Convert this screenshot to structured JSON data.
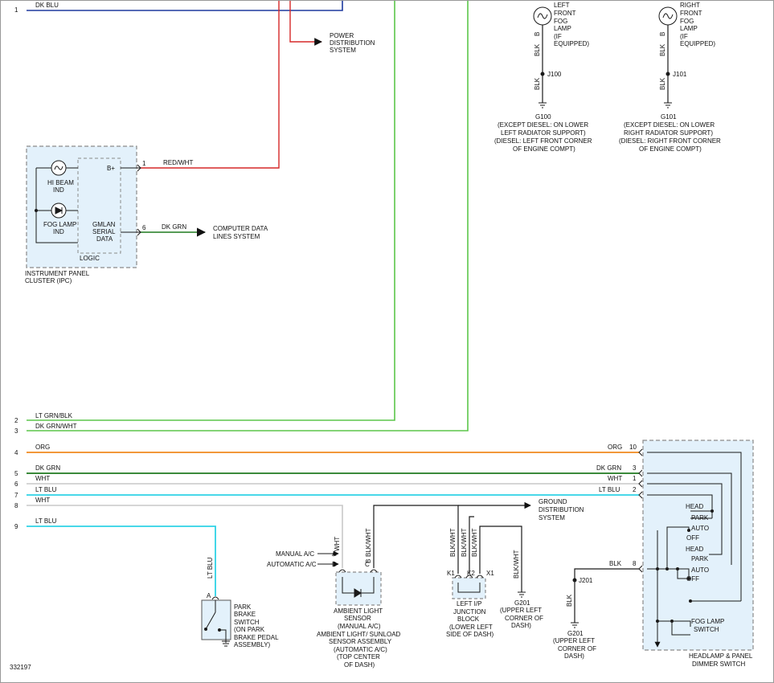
{
  "diagram_id": "332197",
  "wire_colors": {
    "red": "#d62828",
    "green": "#5cc64a",
    "dark_green": "#1f7a1f",
    "orange": "#f08a1e",
    "blue": "#1e3a9e",
    "light_blue": "#2ed3e6",
    "white": "#c8c8c8",
    "black": "#1a1a1a",
    "component_fill": "#e3f1fb",
    "component_stroke": "#8a8a8a"
  },
  "terminals": [
    "1",
    "2",
    "3",
    "4",
    "5",
    "6",
    "7",
    "8",
    "9"
  ],
  "wires": {
    "top_dk_blu": "DK BLU",
    "red_wht": "RED/WHT",
    "dk_grn_cluster": "DK GRN",
    "lt_grn_blk": "LT GRN/BLK",
    "dk_grn_wht": "DK GRN/WHT",
    "org": "ORG",
    "dk_grn": "DK GRN",
    "wht5": "WHT",
    "lt_blu6": "LT BLU",
    "wht7": "WHT",
    "lt_blu9": "LT BLU",
    "blk8": "BLK",
    "lt_blu_park": "LT BLU",
    "wht_sensor": "WHT",
    "blk_wht_sensor": "BLK/WHT",
    "blk_wht_j1": "BLK/WHT",
    "blk_wht_j2": "BLK/WHT",
    "blk_wht_j3": "BLK/WHT",
    "blk_wht_g201": "BLK/WHT",
    "blk_g201": "BLK",
    "blk_fog_l1": "BLK",
    "blk_fog_l2": "BLK",
    "blk_fog_r1": "BLK",
    "blk_fog_r2": "BLK"
  },
  "systems": {
    "power": [
      "POWER",
      "DISTRIBUTION",
      "SYSTEM"
    ],
    "computer": [
      "COMPUTER DATA",
      "LINES SYSTEM"
    ],
    "ground": [
      "GROUND",
      "DISTRIBUTION",
      "SYSTEM"
    ]
  },
  "ipc": {
    "pin1": "1",
    "pin6": "6",
    "bplus": "B+",
    "hi_beam": [
      "HI BEAM",
      "IND"
    ],
    "fog_lamp": [
      "FOG LAMP",
      "IND"
    ],
    "gmlan": [
      "GMLAN",
      "SERIAL",
      "DATA"
    ],
    "logic": "LOGIC",
    "name": [
      "INSTRUMENT PANEL",
      "CLUSTER (IPC)"
    ]
  },
  "left_fog_lamp": {
    "name": [
      "LEFT",
      "FRONT",
      "FOG",
      "LAMP",
      "(IF",
      "EQUIPPED)"
    ],
    "pin": "B",
    "splice": "J100",
    "ground": [
      "G100",
      "(EXCEPT DIESEL: ON LOWER",
      "LEFT RADIATOR SUPPORT)",
      "(DIESEL: LEFT FRONT CORNER",
      "OF ENGINE COMPT)"
    ]
  },
  "right_fog_lamp": {
    "name": [
      "RIGHT",
      "FRONT",
      "FOG",
      "LAMP",
      "(IF",
      "EQUIPPED)"
    ],
    "pin": "B",
    "splice": "J101",
    "ground": [
      "G101",
      "(EXCEPT DIESEL: ON LOWER",
      "RIGHT RADIATOR SUPPORT)",
      "(DIESEL: RIGHT FRONT CORNER",
      "OF ENGINE COMPT)"
    ]
  },
  "headlamp_switch": {
    "pins": [
      "10",
      "3",
      "1",
      "2",
      "8"
    ],
    "upper": [
      "HEAD",
      "PARK",
      "AUTO",
      "OFF"
    ],
    "lower": [
      "HEAD",
      "PARK",
      "AUTO",
      "OFF"
    ],
    "fog": [
      "FOG LAMP",
      "SWITCH"
    ],
    "name": [
      "HEADLAMP & PANEL",
      "DIMMER SWITCH"
    ]
  },
  "park_brake": {
    "pin": "A",
    "name": [
      "PARK",
      "BRAKE",
      "SWITCH",
      "(ON PARK",
      "BRAKE PEDAL",
      "ASSEMBLY)"
    ]
  },
  "ambient_sensor": {
    "manual": "MANUAL A/C",
    "automatic": "AUTOMATIC A/C",
    "pin_a": "A",
    "pin_d": "D",
    "pin_b": "B",
    "pin_c": "C",
    "name": [
      "AMBIENT LIGHT",
      "SENSOR",
      "(MANUAL A/C)",
      "AMBIENT LIGHT/ SUNLOAD",
      "SENSOR ASSEMBLY",
      "(AUTOMATIC A/C)",
      "(TOP CENTER",
      "OF DASH)"
    ]
  },
  "junction_block": {
    "pins": [
      "K1",
      "K2",
      "X1"
    ],
    "name": [
      "LEFT I/P",
      "JUNCTION",
      "BLOCK",
      "(LOWER LEFT",
      "SIDE OF DASH)"
    ]
  },
  "g201_a": [
    "G201",
    "(UPPER LEFT",
    "CORNER OF",
    "DASH)"
  ],
  "g201_b": [
    "G201",
    "(UPPER LEFT",
    "CORNER OF",
    "DASH)"
  ],
  "j201": "J201"
}
